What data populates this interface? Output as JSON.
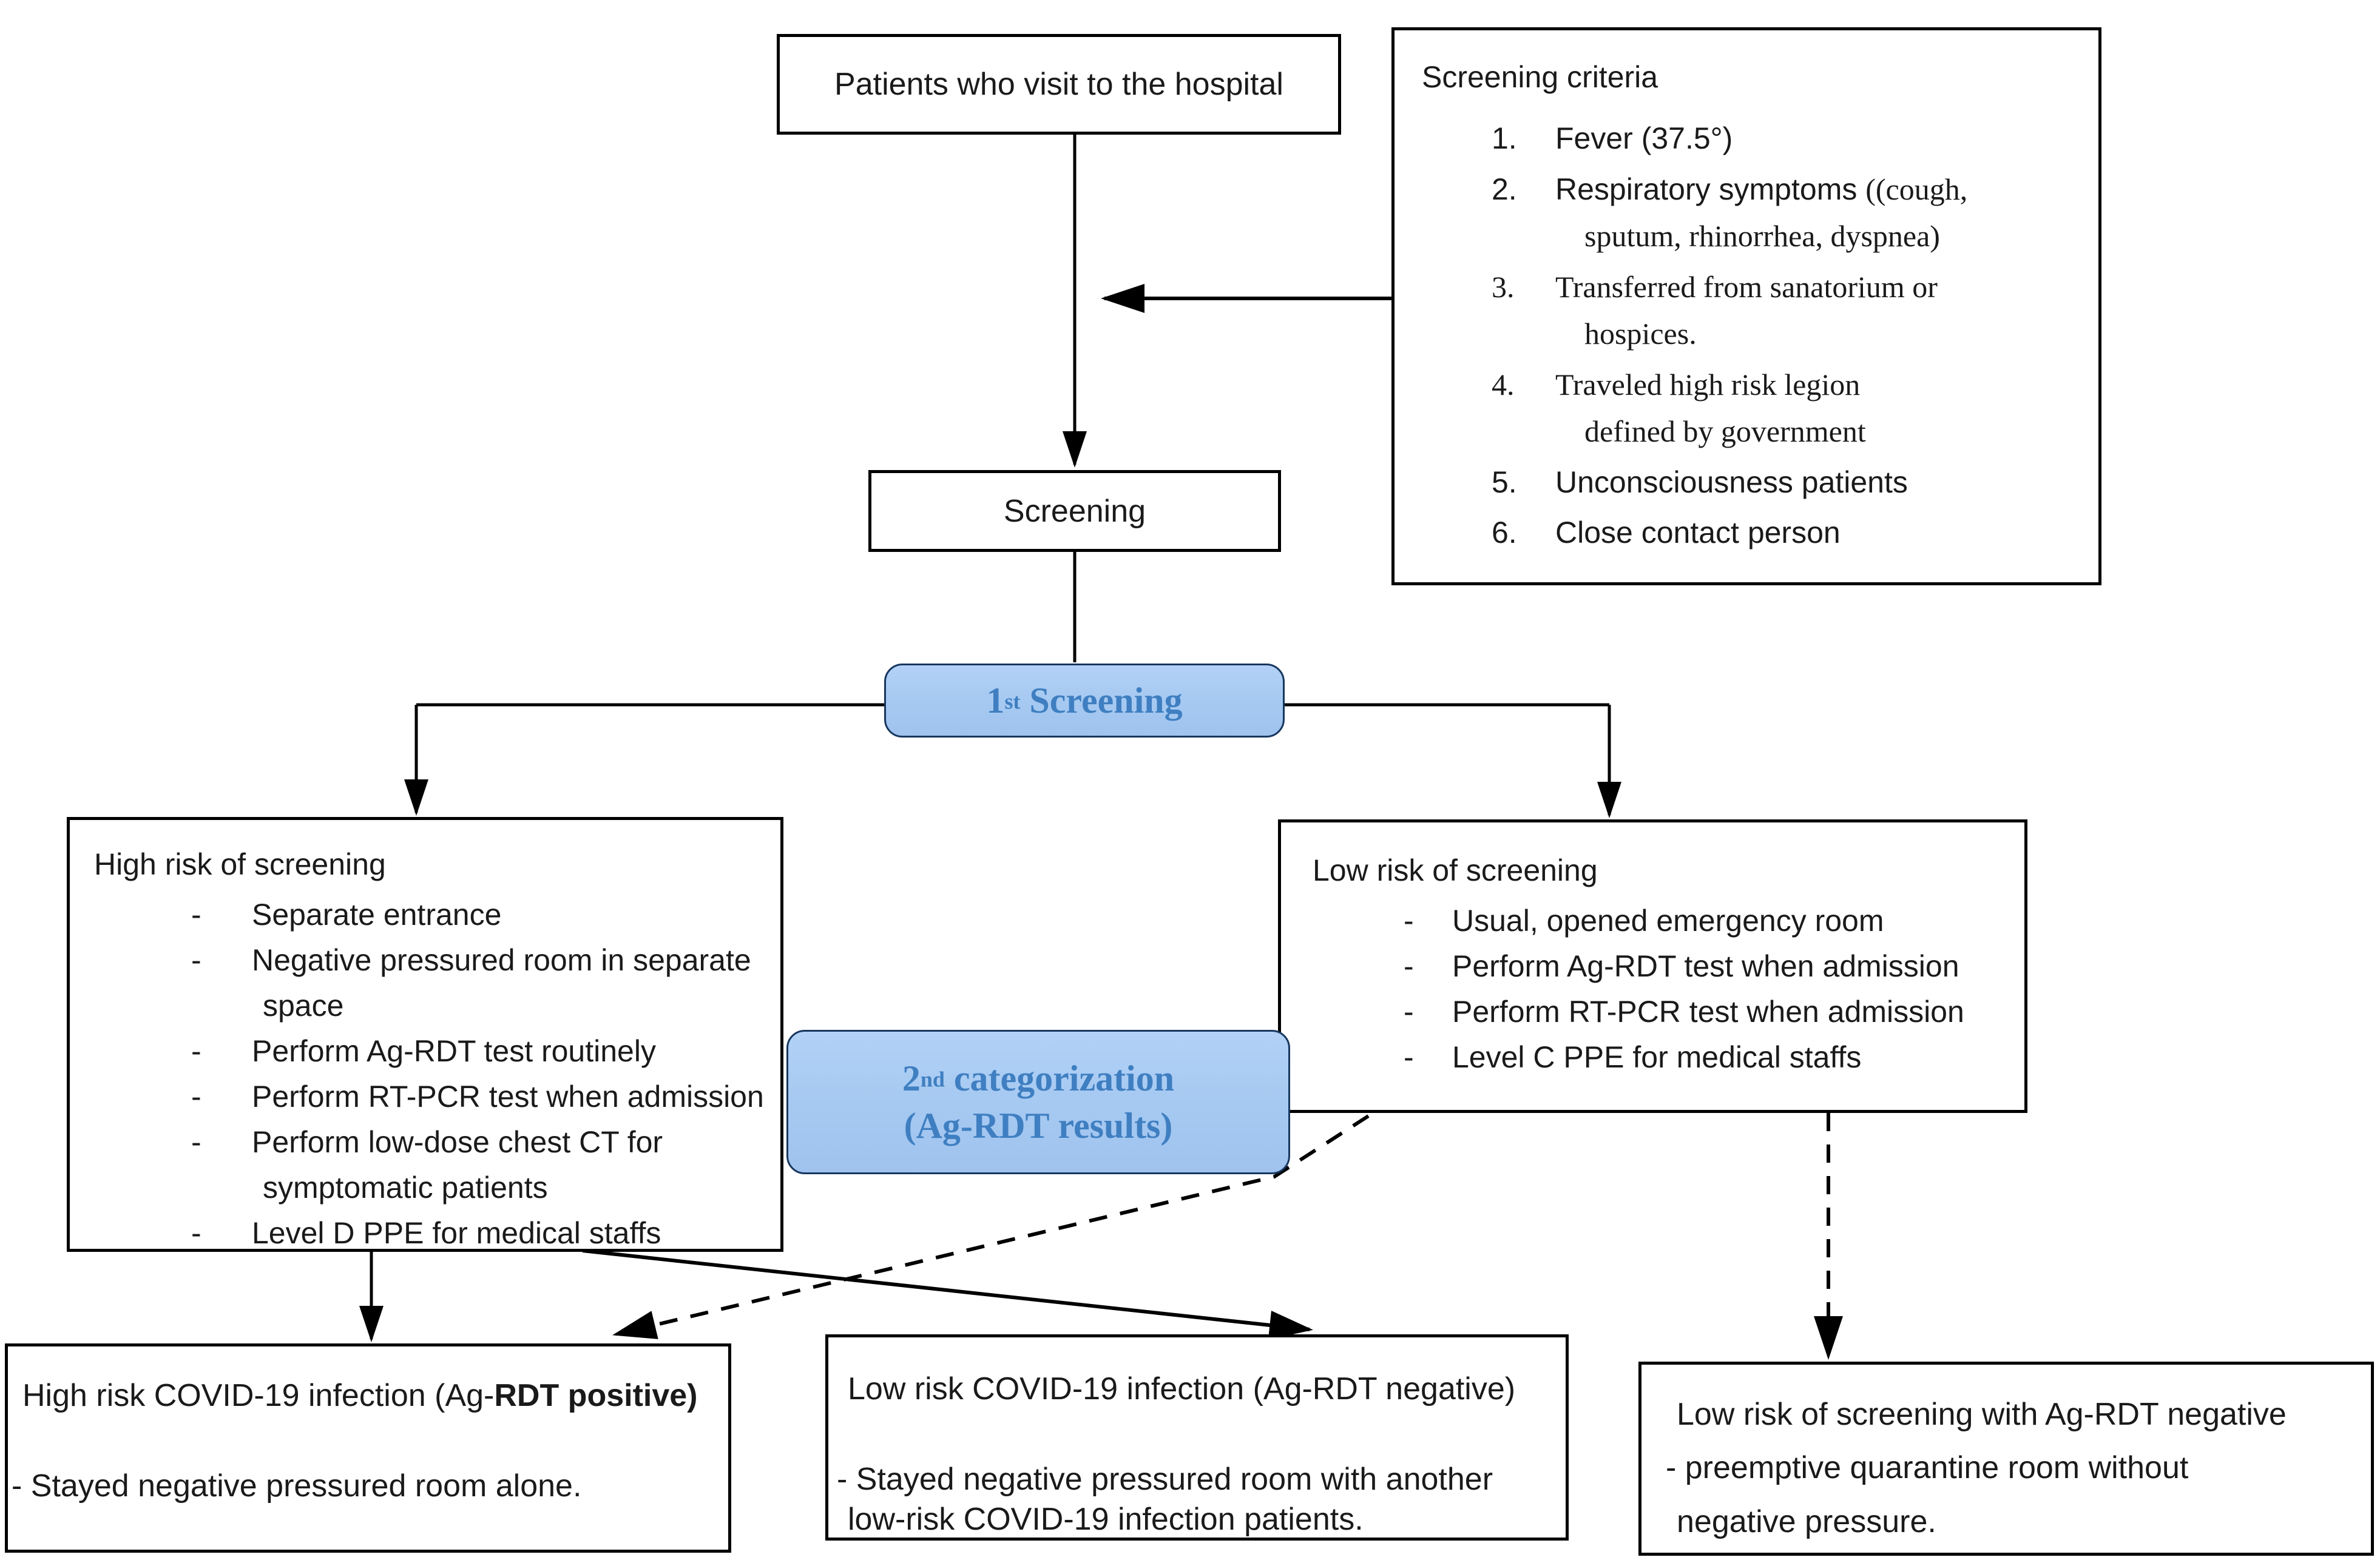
{
  "colors": {
    "accent_fill": "#a7caf2",
    "accent_border": "#17375e",
    "accent_text": "#3f7fc1",
    "line_color": "#000000"
  },
  "nodes": {
    "patients": {
      "label": "Patients who visit to the hospital"
    },
    "screening": {
      "label": "Screening"
    },
    "first_screening": {
      "number": "1",
      "ordinal": "st",
      "label": " Screening"
    },
    "second_categorization": {
      "number": "2",
      "ordinal": "nd",
      "label": " categorization",
      "line2": "(Ag-RDT results)"
    },
    "criteria": {
      "title": "Screening criteria",
      "i1_num": "1.",
      "i1": "Fever (37.5°)",
      "i2_num": "2.",
      "i2_sans": "Respiratory symptoms ",
      "i2_serif": "((cough,",
      "i2_line2": "sputum, rhinorrhea, dyspnea)",
      "i3_num": "3.",
      "i3_line1": "Transferred from sanatorium or",
      "i3_line2": "hospices.",
      "i4_num": "4.",
      "i4_line1": "Traveled high risk legion",
      "i4_line2": "defined by government",
      "i5_num": "5.",
      "i5": "Unconsciousness patients",
      "i6_num": "6.",
      "i6": "Close contact person"
    },
    "high_risk": {
      "title": "High risk of screening",
      "dash": "-",
      "i1": "Separate entrance",
      "i2_line1": "Negative pressured room in separate",
      "i2_line2": "space",
      "i3": "Perform Ag-RDT test routinely",
      "i4": "Perform RT-PCR test when admission",
      "i5_line1": "Perform low-dose chest CT for",
      "i5_line2": "symptomatic patients",
      "i6": "Level D PPE for medical staffs"
    },
    "low_risk": {
      "title": "Low risk of screening",
      "dash": "-",
      "i1": "Usual, opened emergency room",
      "i2": "Perform Ag-RDT test when admission",
      "i3": "Perform RT-PCR test when admission",
      "i4": "Level C PPE for medical staffs"
    },
    "high_risk_covid": {
      "title_regular": "High risk COVID-19 infection (Ag-",
      "title_bold": "RDT positive)",
      "line1": "- Stayed negative pressured room alone."
    },
    "low_risk_covid": {
      "title": "Low risk COVID-19 infection (Ag-RDT negative)",
      "line1": "- Stayed negative pressured room with another",
      "line2": "low-risk COVID-19 infection patients."
    },
    "low_risk_negative": {
      "title": "Low risk of screening with Ag-RDT negative",
      "line1": "- preemptive quarantine room without",
      "line2": "negative pressure."
    }
  }
}
